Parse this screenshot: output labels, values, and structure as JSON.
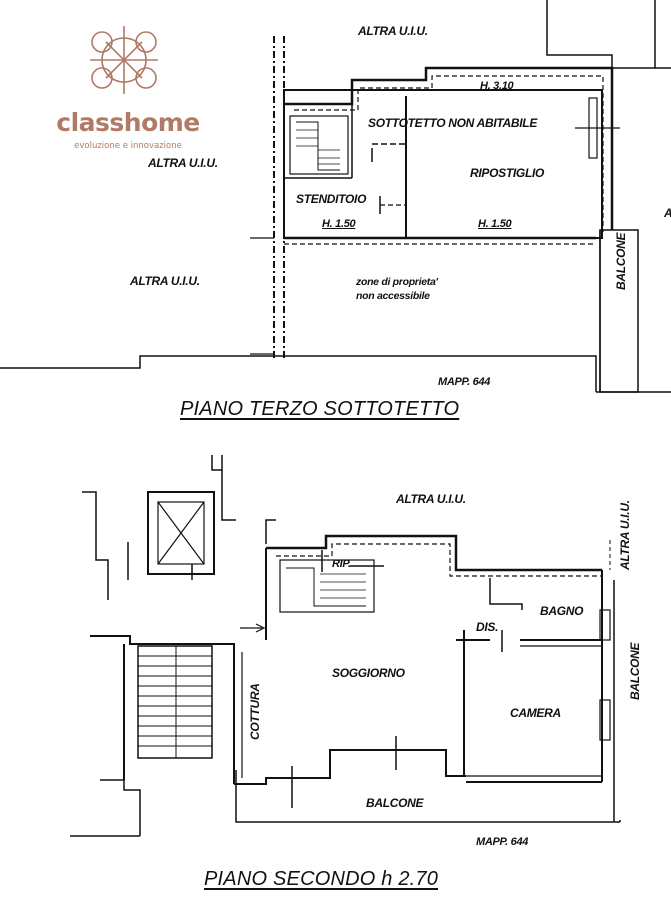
{
  "logo": {
    "name": "classhome",
    "tagline": "evoluzione e innovazione",
    "color": "#b07a66"
  },
  "top_plan": {
    "title": "PIANO TERZO SOTTOTETTO",
    "labels": {
      "altra_top": "ALTRA U.I.U.",
      "altra_left": "ALTRA U.I.U.",
      "altra_left_lower": "ALTRA U.I.U.",
      "height_main": "H. 3.10",
      "sottotetto": "SOTTOTETTO NON ABITABILE",
      "ripostiglio": "RIPOSTIGLIO",
      "stenditoio": "STENDITOIO",
      "height_left": "H. 1.50",
      "height_right": "H. 1.50",
      "zone_line1": "zone di proprieta'",
      "zone_line2": "non accessibile",
      "balcone": "BALCONE",
      "edge_mark": "A",
      "mapp": "MAPP. 644"
    }
  },
  "bottom_plan": {
    "title": "PIANO SECONDO h 2.70",
    "labels": {
      "altra_top": "ALTRA U.I.U.",
      "altra_right": "ALTRA U.I.U.",
      "rip": "RIP.",
      "bagno": "BAGNO",
      "dis": "DIS.",
      "balcone_right": "BALCONE",
      "soggiorno": "SOGGIORNO",
      "cottura": "COTTURA",
      "camera": "CAMERA",
      "balcone_bottom": "BALCONE",
      "mapp": "MAPP. 644"
    }
  }
}
